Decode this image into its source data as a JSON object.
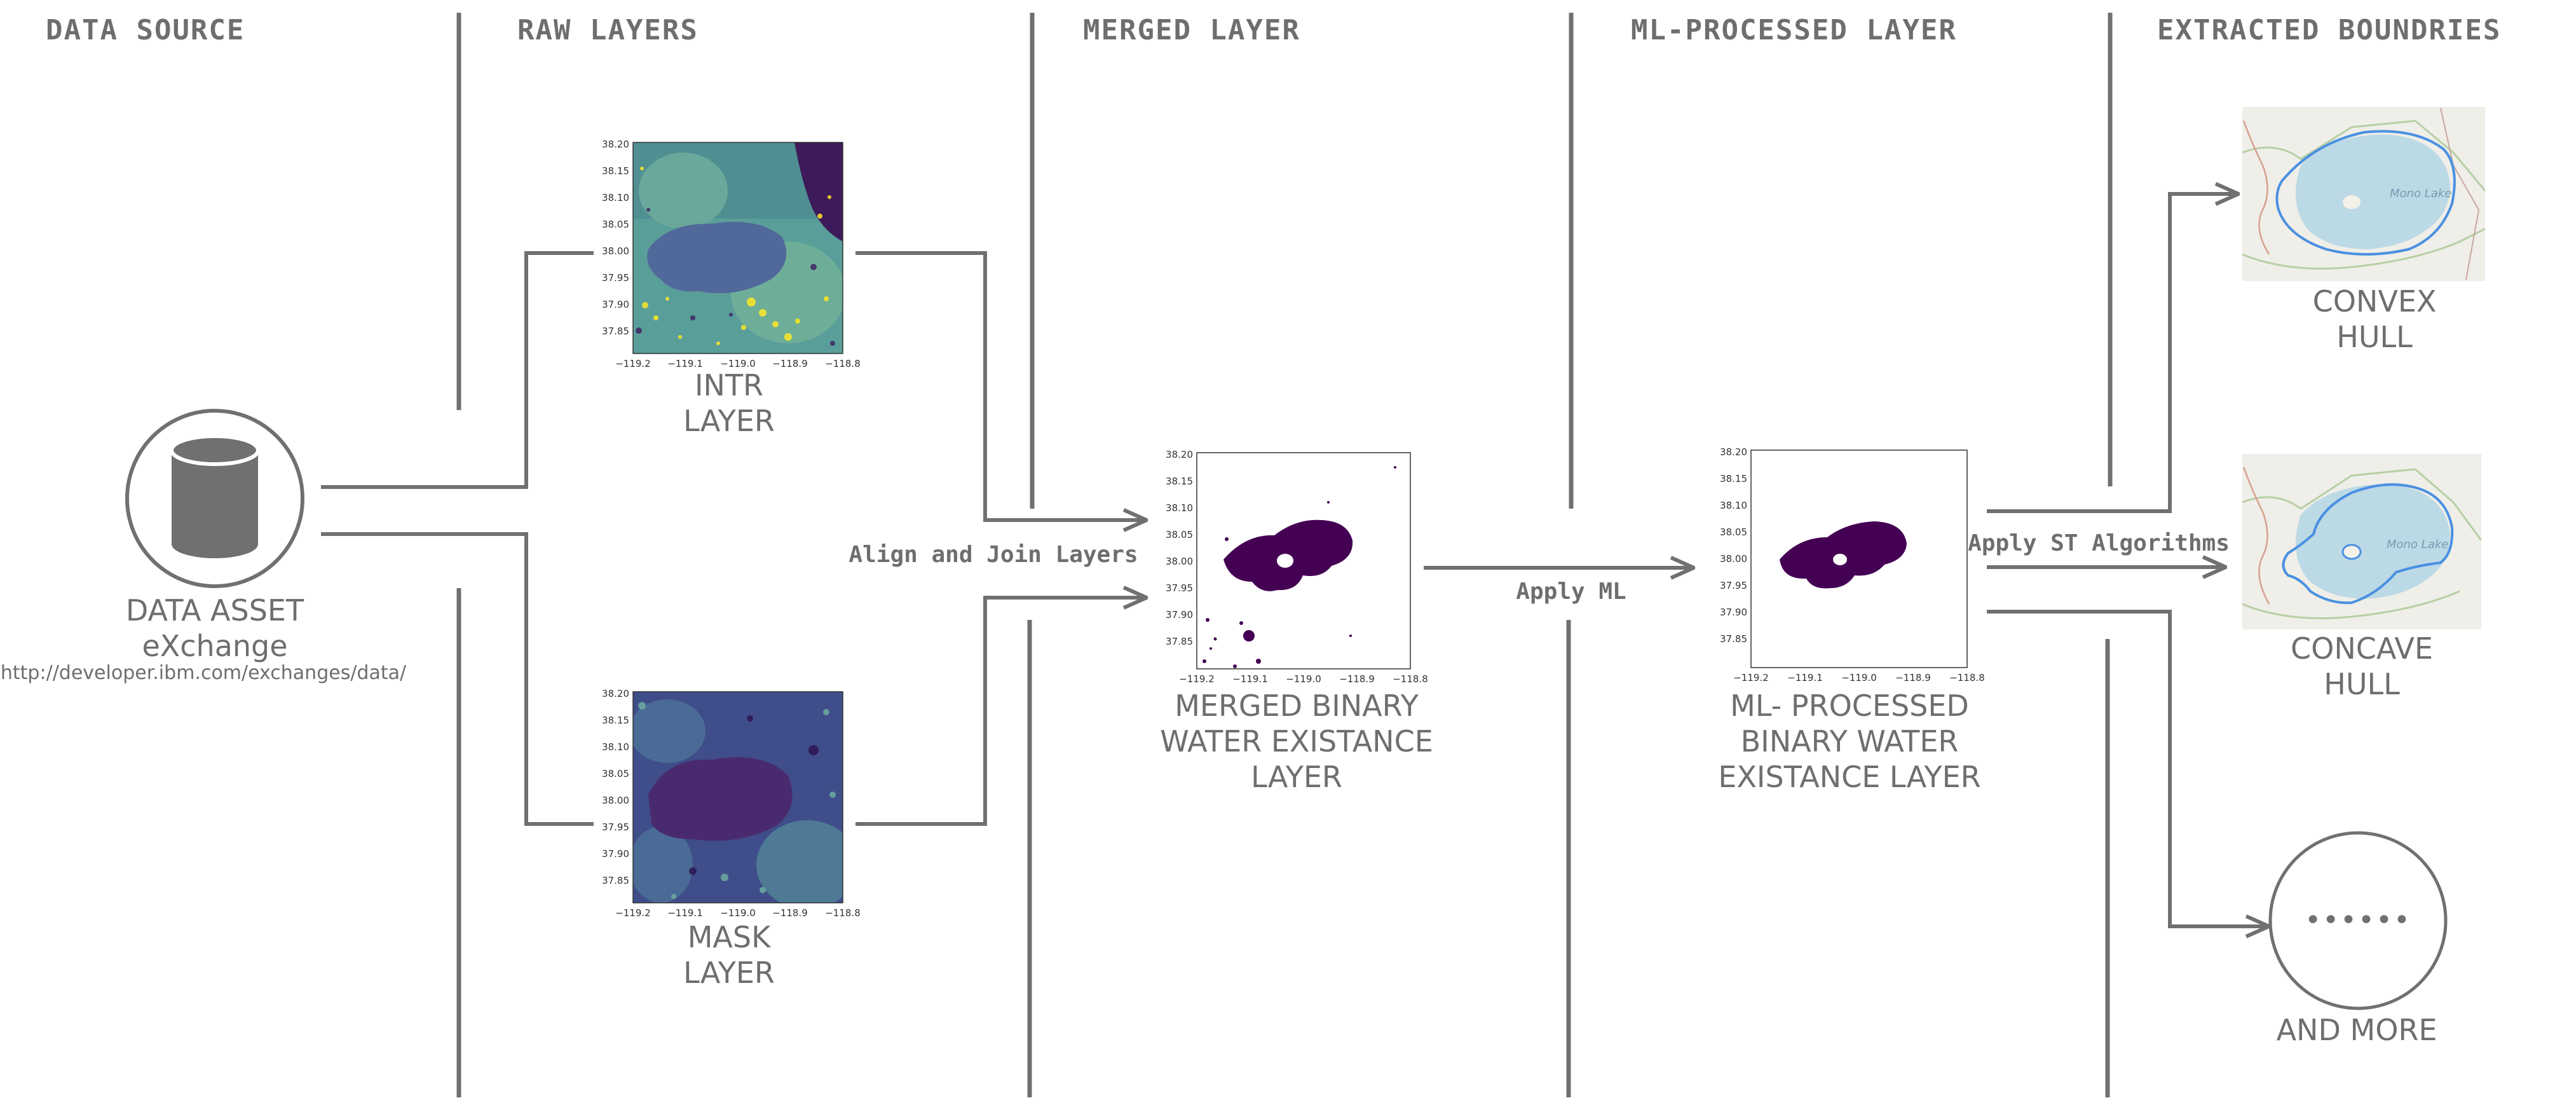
{
  "headers": {
    "data_source": "DATA SOURCE",
    "raw_layers": "RAW LAYERS",
    "merged_layer": "MERGED LAYER",
    "ml_processed_layer": "ML-PROCESSED LAYER",
    "extracted_boundaries": "EXTRACTED BOUNDRIES"
  },
  "source": {
    "label_line1": "DATA ASSET",
    "label_line2": "eXchange",
    "url": "http://developer.ibm.com/exchanges/data/",
    "icon": "database-icon"
  },
  "raw": {
    "intr_line1": "INTR",
    "intr_line2": "LAYER",
    "mask_line1": "MASK",
    "mask_line2": "LAYER"
  },
  "merged": {
    "line1": "MERGED BINARY",
    "line2": "WATER EXISTANCE",
    "line3": "LAYER"
  },
  "ml": {
    "line1": "ML- PROCESSED",
    "line2": "BINARY WATER",
    "line3": "EXISTANCE LAYER"
  },
  "outputs": {
    "convex_line1": "CONVEX",
    "convex_line2": "HULL",
    "concave_line1": "CONCAVE",
    "concave_line2": "HULL",
    "more_label": "AND MORE",
    "more_glyph": "••••••",
    "map_place": "Mono Lake"
  },
  "steps": {
    "align_join": "Align and Join Layers",
    "apply_ml": "Apply ML",
    "apply_st": "Apply ST Algorithms"
  },
  "axes": {
    "y_ticks": [
      "38.20",
      "38.15",
      "38.10",
      "38.05",
      "38.00",
      "37.95",
      "37.90",
      "37.85"
    ],
    "x_ticks": [
      "−119.2",
      "−119.1",
      "−119.0",
      "−118.9",
      "−118.8"
    ]
  },
  "colors": {
    "ink": "#707070",
    "viridis_dark": "#440154",
    "viridis_mid": "#3b528b",
    "viridis_teal": "#5ea39c",
    "viridis_yellow": "#fde725",
    "map_water": "#bcd9e6",
    "hull_line": "#4a90e2"
  }
}
